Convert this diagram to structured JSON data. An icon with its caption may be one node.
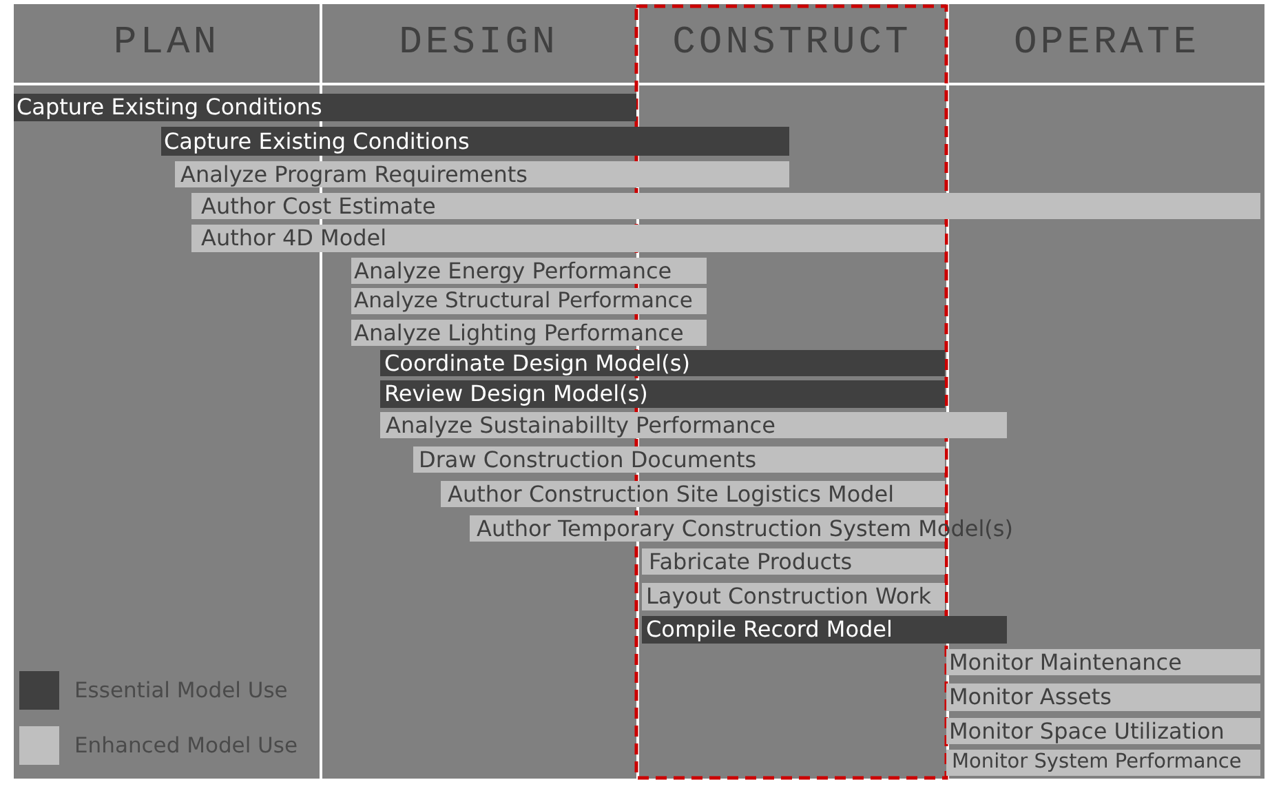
{
  "diagram": {
    "nodes": [
      {
        "text": [
          "Capture Existing Conditions"
        ]
      },
      {
        "text": [
          "Capture Existing Conditions"
        ]
      },
      {
        "text": [
          "Analyze Program Requirements"
        ]
      },
      {
        "text": [
          "Author Cost Estimate"
        ]
      },
      {
        "text": [
          "Author 4D Model"
        ]
      },
      {
        "text": [
          "Analyze Energy Performance"
        ]
      },
      {
        "text": [
          "Analyze Structural Performance"
        ]
      },
      {
        "text": [
          "Analyze Lighting Performance"
        ]
      },
      {
        "text": [
          "Coordinate Design Model(s)"
        ]
      },
      {
        "text": [
          "Review Design Model(s)"
        ]
      },
      {
        "text": [
          "Analyze Sustainabillty Performance"
        ]
      },
      {
        "text": [
          "Draw Construction Documents"
        ]
      },
      {
        "text": [
          "Author Construction Site Logistics Model"
        ]
      },
      {
        "text": [
          "Author Temporary Construction System Model(s)"
        ]
      },
      {
        "text": [
          "Fabricate Products"
        ]
      },
      {
        "text": [
          "Layout Construction Work"
        ]
      },
      {
        "text": [
          "Compile Record Model"
        ]
      },
      {
        "text": [
          "Monitor Maintenance"
        ]
      },
      {
        "text": [
          "Monitor Assets"
        ]
      },
      {
        "text": [
          "Monitor Space Utilization"
        ]
      },
      {
        "text": [
          "Monitor System Performance"
        ]
      }
    ],
    "edges": [],
    "labels": [
      "PLAN",
      "DESIGN",
      "CONSTRUCT",
      "OPERATE"
    ],
    "legend": [
      {
        "text": "Essential Model Use",
        "color": "#404040"
      },
      {
        "text": "Enhanced Model Use",
        "color": "#bfbfbf"
      }
    ]
  }
}
